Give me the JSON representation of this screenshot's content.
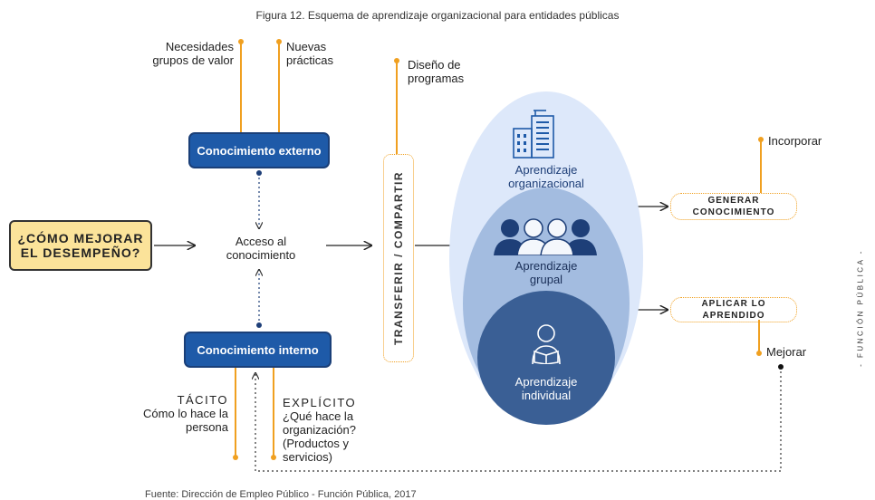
{
  "title": "Figura 12. Esquema de aprendizaje organizacional para entidades públicas",
  "footer": "Fuente: Dirección de Empleo Público - Función Pública, 2017",
  "labels": {
    "necesidades": "Necesidades grupos de valor",
    "nuevas": "Nuevas prácticas",
    "diseno": "Diseño de programas",
    "incorporar": "Incorporar",
    "mejorar": "Mejorar",
    "acceso": "Acceso al conocimiento",
    "tacito_title": "TÁCITO",
    "tacito_desc": "Cómo lo hace la persona",
    "explicito_title": "EXPLÍCITO",
    "explicito_desc": "¿Qué hace la organización? (Productos y servicios)"
  },
  "boxes": {
    "externo": "Conocimiento externo",
    "interno": "Conocimiento interno",
    "question": "¿CÓMO MEJORAR EL DESEMPEÑO?",
    "transfer": "TRANSFERIR / COMPARTIR",
    "generar": "GENERAR CONOCIMIENTO",
    "aplicar": "APLICAR LO APRENDIDO"
  },
  "levels": {
    "organizacional": "Aprendizaje organizacional",
    "grupal": "Aprendizaje grupal",
    "individual": "Aprendizaje individual"
  },
  "side_text": "- FUNCIÓN PÚBLICA -",
  "colors": {
    "accent_orange": "#f0a020",
    "pill_blue": "#1e5aa8",
    "question_yellow": "#fbe39a",
    "ellipse_outer": "#dde8fa",
    "ellipse_mid": "#a3bce0",
    "ellipse_inner": "#3a5f95"
  },
  "icons": [
    "building-icon",
    "group-icon",
    "reader-icon"
  ]
}
